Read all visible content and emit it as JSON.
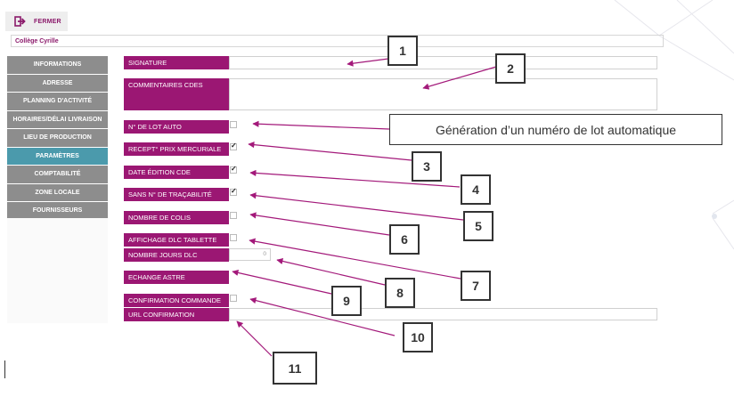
{
  "header": {
    "close_label": "FERMER"
  },
  "school": {
    "name": "Collège Cyrille"
  },
  "sidebar": {
    "items": [
      {
        "label": "INFORMATIONS"
      },
      {
        "label": "ADRESSE"
      },
      {
        "label": "PLANNING D'ACTIVITÉ"
      },
      {
        "label": "HORAIRES/DÉLAI LIVRAISON"
      },
      {
        "label": "LIEU DE PRODUCTION"
      },
      {
        "label": "PARAMÈTRES"
      },
      {
        "label": "COMPTABILITÉ"
      },
      {
        "label": "ZONE LOCALE"
      },
      {
        "label": "FOURNISSEURS"
      }
    ],
    "active_index": 5
  },
  "fields": {
    "signature": "SIGNATURE",
    "comments": "COMMENTAIRES CDES",
    "lot_auto": "N° DE LOT AUTO",
    "recept_prix": "RECEPT° PRIX MERCURIALE",
    "date_edition": "DATE ÉDITION CDE",
    "sans_tracabilite": "SANS N° DE TRAÇABILITÉ",
    "nombre_colis": "NOMBRE DE COLIS",
    "affichage_dlc": "AFFICHAGE DLC TABLETTE",
    "nombre_jours_dlc": "NOMBRE JOURS DLC",
    "nombre_jours_value": "0",
    "echange_astre": "ECHANGE ASTRE",
    "confirmation_commande": "CONFIRMATION COMMANDE",
    "url_confirmation": "URL CONFIRMATION"
  },
  "checkboxes": {
    "lot_auto": false,
    "recept_prix": true,
    "date_edition": true,
    "sans_tracabilite": true,
    "nombre_colis": false,
    "affichage_dlc": false,
    "confirmation_commande": false
  },
  "annotations": {
    "gen_lot": "Génération d’un numéro de lot automatique",
    "n1": "1",
    "n2": "2",
    "n3": "3",
    "n4": "4",
    "n5": "5",
    "n6": "6",
    "n7": "7",
    "n8": "8",
    "n9": "9",
    "n10": "10",
    "n11": "11"
  },
  "colors": {
    "label_bg": "#9b1773",
    "sidebar_bg": "#8d8d8d",
    "active_bg": "#4b9aac",
    "arrow": "#a3197a"
  }
}
